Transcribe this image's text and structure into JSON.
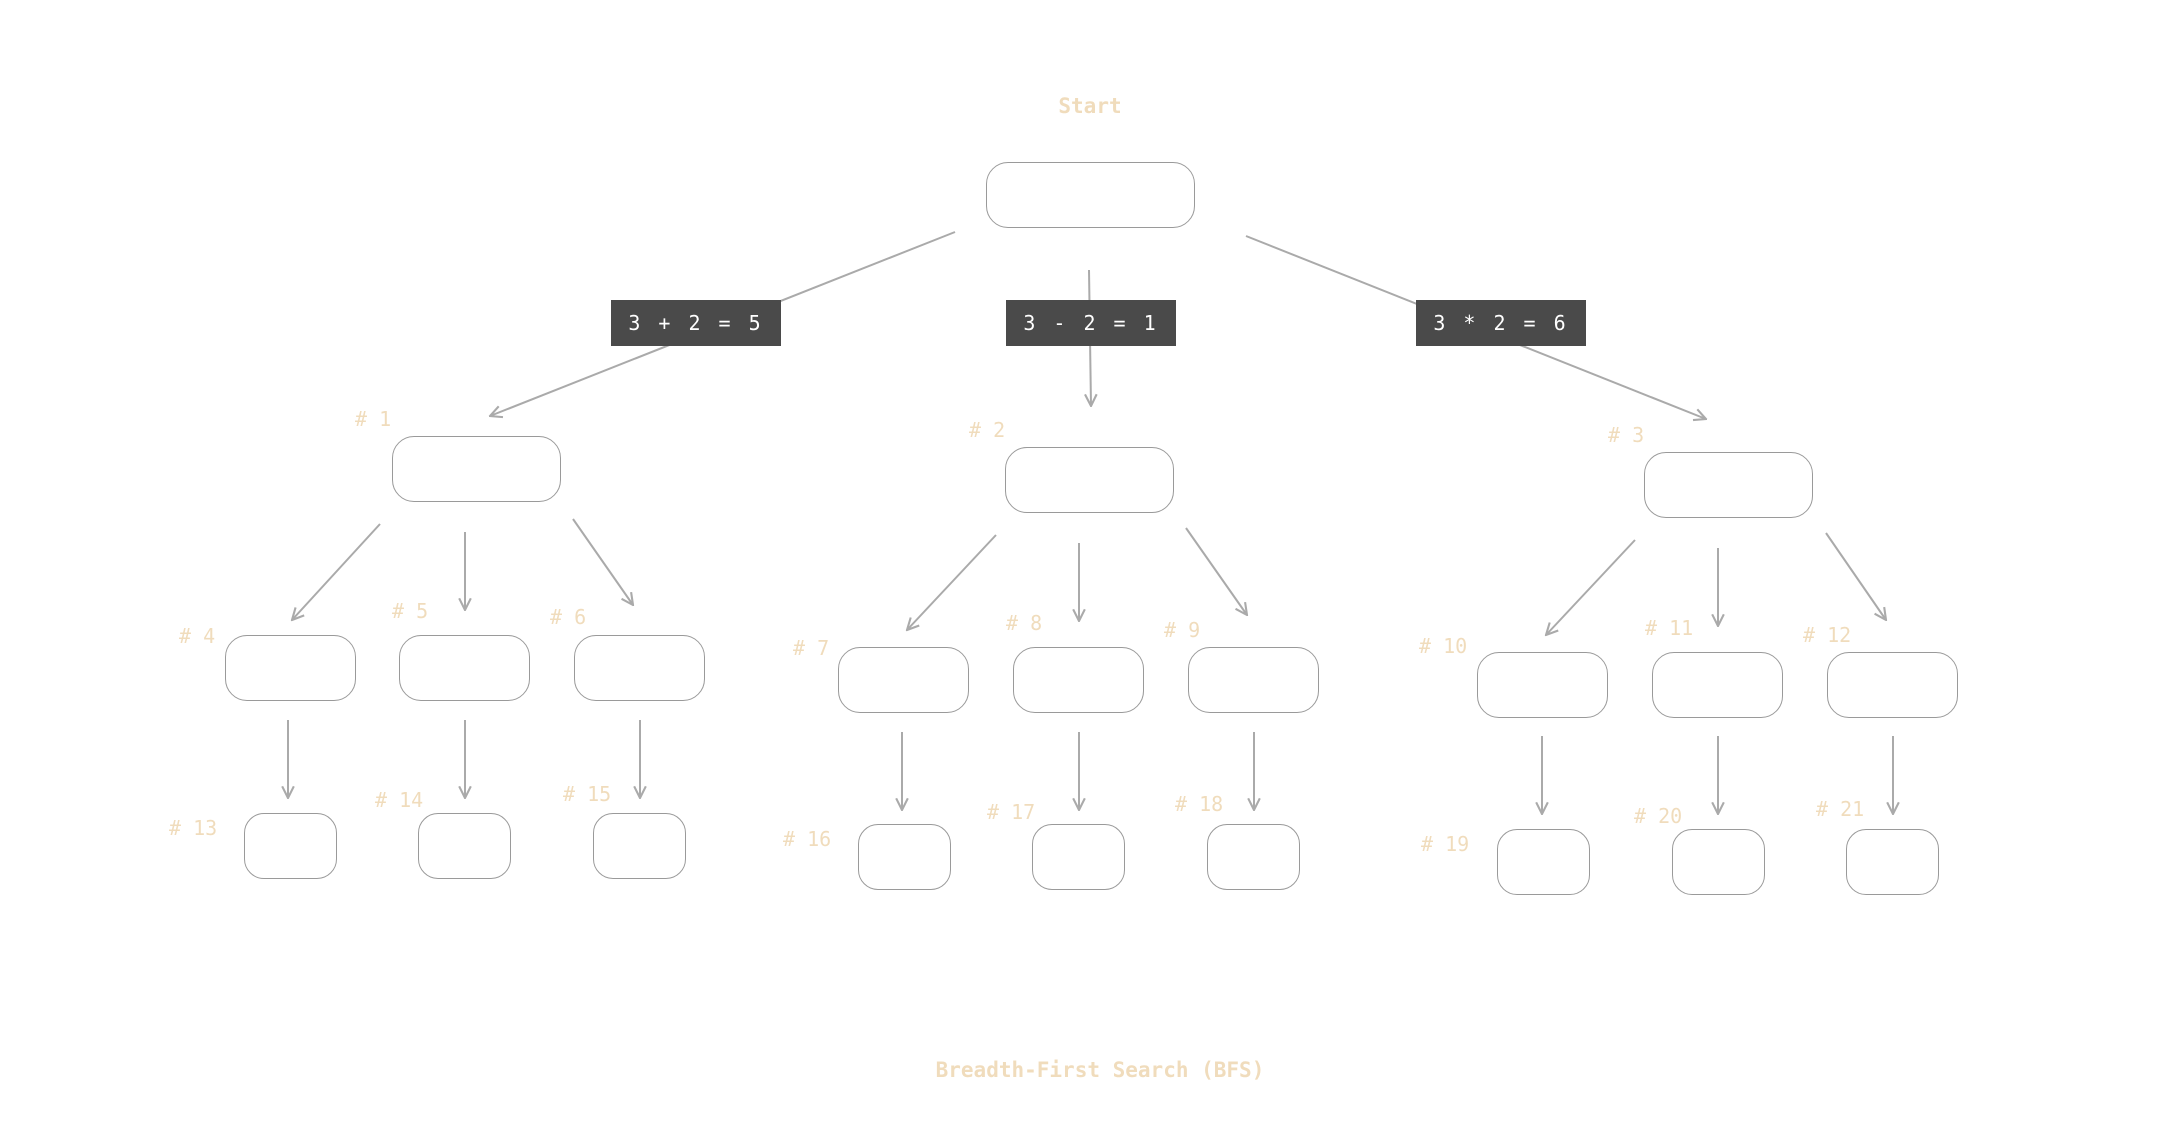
{
  "diagram": {
    "start_label": "Start",
    "caption": "Breadth-First Search (BFS)",
    "operations": [
      "3 + 2 = 5",
      "3 - 2 = 1",
      "3 * 2 = 6"
    ],
    "level1_nodes": [
      "# 1",
      "# 2",
      "# 3"
    ],
    "level2_nodes": [
      "# 4",
      "# 5",
      "# 6",
      "# 7",
      "# 8",
      "# 9",
      "# 10",
      "# 11",
      "# 12"
    ],
    "level3_nodes": [
      "# 13",
      "# 14",
      "# 15",
      "# 16",
      "# 17",
      "# 18",
      "# 19",
      "# 20",
      "# 21"
    ],
    "colors": {
      "label": "#f0dcbc",
      "edge": "#aaaaaa",
      "node_border": "#9a9a9a",
      "op_background": "#4a4a4a",
      "op_text": "#ffffff"
    }
  }
}
